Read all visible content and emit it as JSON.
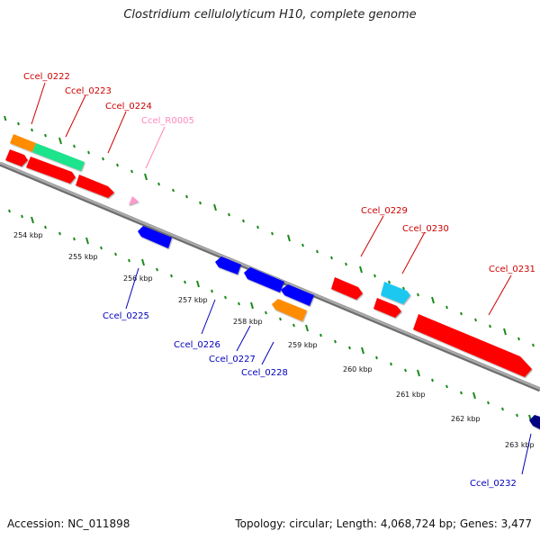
{
  "title": "Clostridium cellulolyticum H10, complete genome",
  "footer": {
    "accession": "Accession: NC_011898",
    "stats": "Topology: circular; Length: 4,068,724 bp; Genes: 3,477"
  },
  "scale_labels": [
    "254 kbp",
    "255 kbp",
    "256 kbp",
    "257 kbp",
    "258 kbp",
    "259 kbp",
    "260 kbp",
    "261 kbp",
    "262 kbp",
    "263 kbp"
  ],
  "genes": [
    {
      "label": "Ccel_0222",
      "strand": "forward",
      "color": "#ff8c00"
    },
    {
      "label": "Ccel_0223",
      "strand": "forward",
      "color": "#1ee38c"
    },
    {
      "label": "Ccel_0224",
      "strand": "forward",
      "color": "#ff0000"
    },
    {
      "label": "Ccel_R0005",
      "strand": "forward",
      "color": "#ff99cc"
    },
    {
      "label": "Ccel_0225",
      "strand": "reverse",
      "color": "#0000ff"
    },
    {
      "label": "Ccel_0226",
      "strand": "reverse",
      "color": "#0000ff"
    },
    {
      "label": "Ccel_0227",
      "strand": "reverse",
      "color": "#0000ff"
    },
    {
      "label": "Ccel_0228",
      "strand": "reverse",
      "color": "#ff8c00"
    },
    {
      "label": "Ccel_0229",
      "strand": "forward",
      "color": "#ff0000"
    },
    {
      "label": "Ccel_0230",
      "strand": "forward",
      "color": "#1ec8f0"
    },
    {
      "label": "Ccel_0231",
      "strand": "forward",
      "color": "#ff0000"
    },
    {
      "label": "Ccel_0232",
      "strand": "reverse",
      "color": "#000080"
    }
  ],
  "colors": {
    "forward_label": "#cc0000",
    "reverse_label": "#0000bb",
    "rrna_label": "#ff88bb",
    "tick": "#1a8a1a",
    "backbone": "#8a8a8a"
  }
}
